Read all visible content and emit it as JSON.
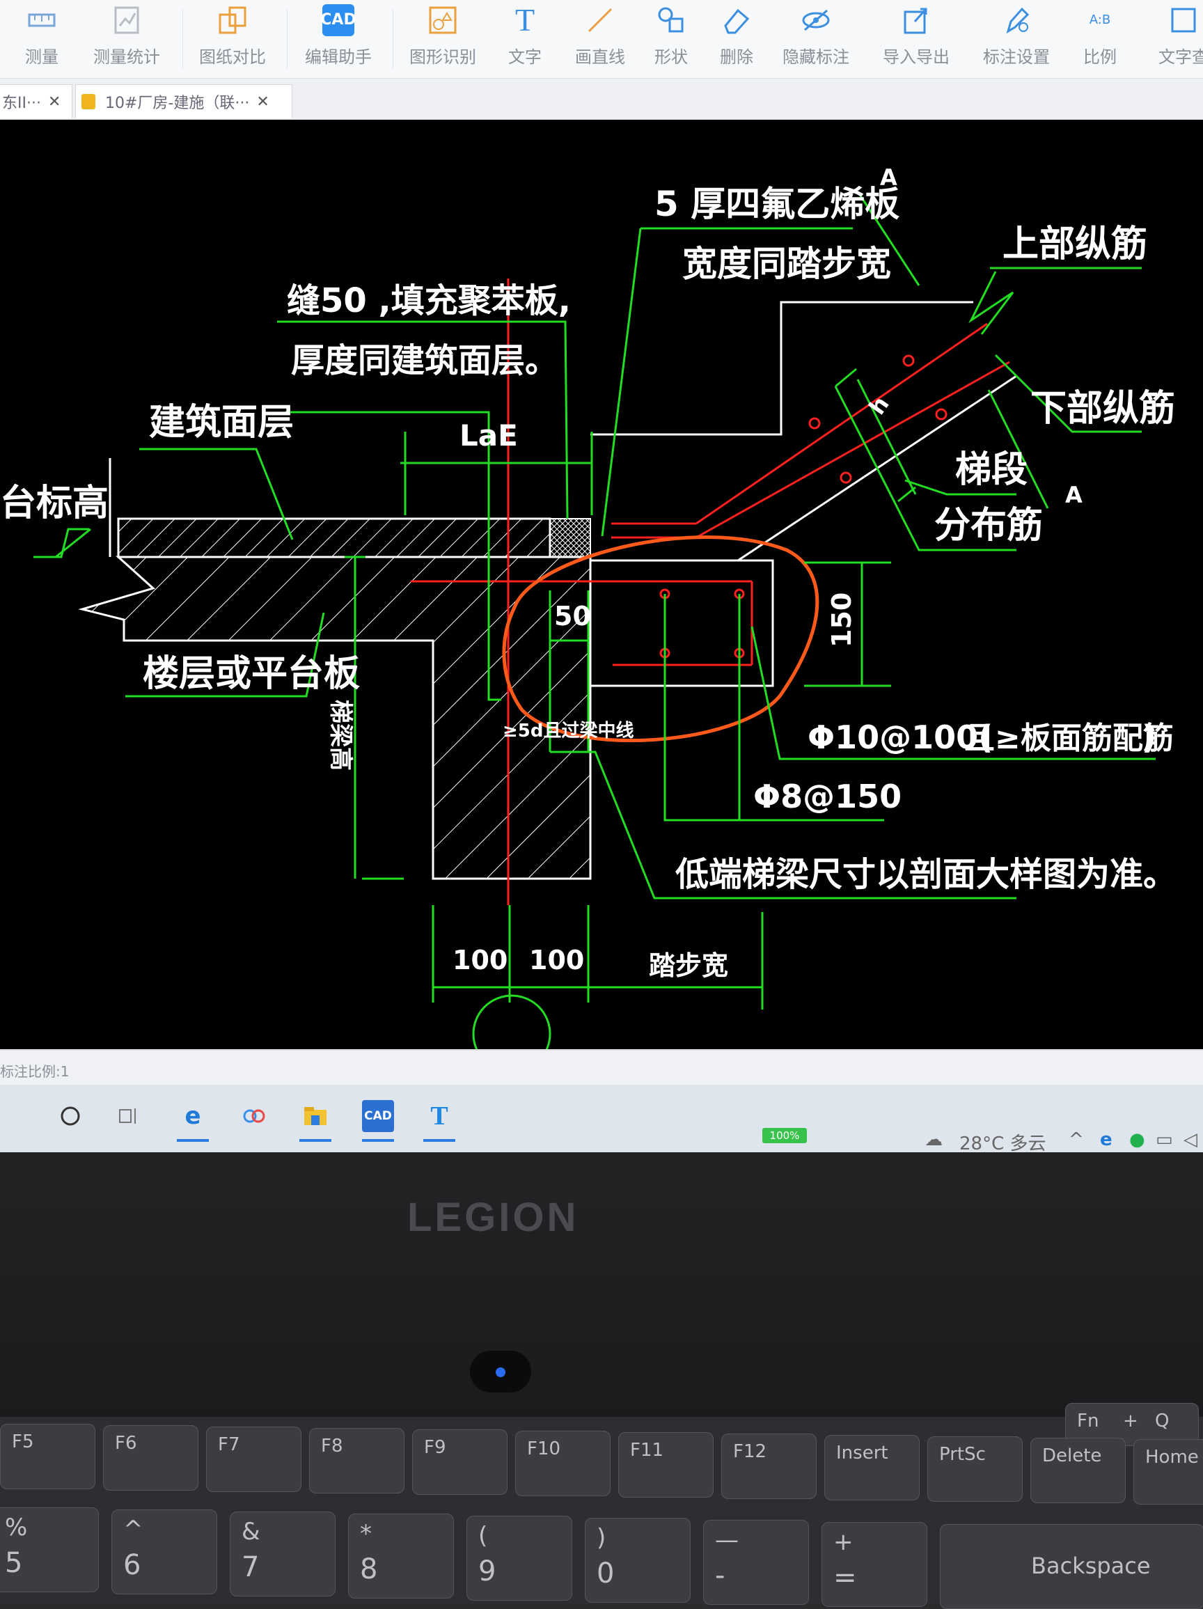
{
  "toolbar": {
    "tools": [
      {
        "label": "测量",
        "icon": "ruler-icon"
      },
      {
        "label": "测量统计",
        "icon": "measure-stats-icon"
      },
      {
        "label": "图纸对比",
        "icon": "compare-icon"
      },
      {
        "label": "编辑助手",
        "icon": "edit-assistant-icon"
      },
      {
        "label": "图形识别",
        "icon": "shape-recognition-icon"
      },
      {
        "label": "文字",
        "icon": "text-icon"
      },
      {
        "label": "画直线",
        "icon": "line-icon"
      },
      {
        "label": "形状",
        "icon": "shape-icon"
      },
      {
        "label": "删除",
        "icon": "eraser-icon"
      },
      {
        "label": "隐藏标注",
        "icon": "eye-hide-icon"
      },
      {
        "label": "导入导出",
        "icon": "import-export-icon"
      },
      {
        "label": "标注设置",
        "icon": "annotation-settings-icon"
      },
      {
        "label": "比例",
        "icon": "scale-icon"
      },
      {
        "label": "文字查",
        "icon": "text-search-icon"
      }
    ],
    "assistant_badge": "CAD",
    "scale_badge": "A:B"
  },
  "tabs": [
    {
      "label": "东II···"
    },
    {
      "label": "10#厂房-建施（联···"
    }
  ],
  "drawing": {
    "label_ptfe_1": "5 厚四氟乙烯板",
    "label_ptfe_2": "宽度同踏步宽",
    "label_A_top": "A",
    "label_A_bottom": "A",
    "label_upper_rebar": "上部纵筋",
    "label_lower_rebar": "下部纵筋",
    "label_stair_segment": "梯段",
    "label_dist_rebar": "分布筋",
    "label_h": "h",
    "label_gap_1": "缝50 ,填充聚苯板,",
    "label_gap_2": "厚度同建筑面层。",
    "label_finish": "建筑面层",
    "label_elev": "台标高",
    "label_lae": "LaE",
    "label_slab": "楼层或平台板",
    "label_beam_h": "梯梁高",
    "label_50": "50",
    "label_5d": "≥5d且过梁中线",
    "label_150": "150",
    "label_phi10": "Φ10@100(",
    "label_phi10b": "且≥板面筋配筋",
    "label_paren": ")",
    "label_phi8": "Φ8@150",
    "label_note": "低端梯梁尺寸以剖面大样图为准。",
    "dim_100a": "100",
    "dim_100b": "100",
    "dim_tread": "踏步宽"
  },
  "status": {
    "scale_text": "标注比例:1"
  },
  "taskbar": {
    "battery": "100%",
    "weather": "28°C 多云",
    "app_cad": "CAD"
  },
  "laptop": {
    "brand": "LEGION"
  },
  "keyboard": {
    "fkeys": [
      "F5",
      "F6",
      "F7",
      "F8",
      "F9",
      "F10",
      "F11",
      "F12",
      "Insert",
      "PrtSc",
      "Delete",
      "Home"
    ],
    "numkeys": [
      {
        "top": "%",
        "bot": "5"
      },
      {
        "top": "^",
        "bot": "6"
      },
      {
        "top": "&",
        "bot": "7"
      },
      {
        "top": "*",
        "bot": "8"
      },
      {
        "top": "(",
        "bot": "9"
      },
      {
        "top": ")",
        "bot": "0"
      },
      {
        "top": "—",
        "bot": "-"
      },
      {
        "top": "+",
        "bot": "="
      }
    ],
    "backspace": "Backspace",
    "fn": "Fn",
    "plus": "+",
    "q": "Q"
  }
}
